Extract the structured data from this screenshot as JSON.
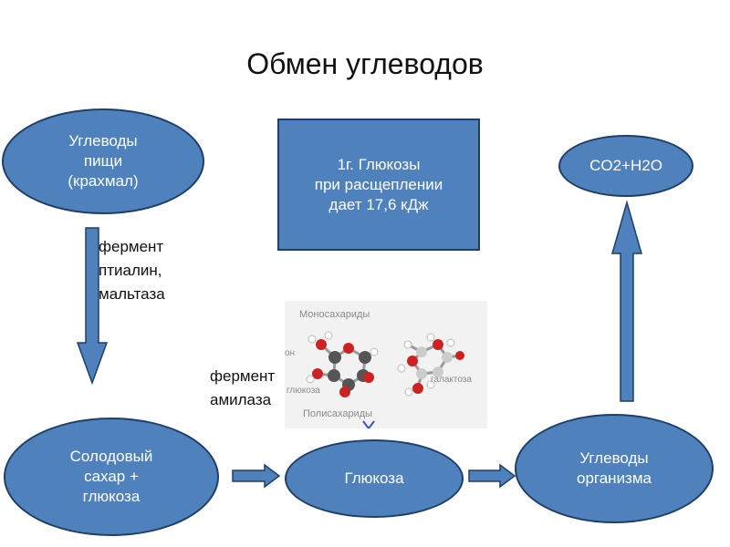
{
  "title": "Обмен углеводов",
  "nodes": {
    "food_carbs": "Углеводы\nпищи\n(крахмал)",
    "energy_box": "1г. Глюкозы\nпри расщеплении\nдает 17,6 кДж",
    "products": "CO2+H2O",
    "malt_sugar": "Солодовый\nсахар +\nглюкоза",
    "glucose": "Глюкоза",
    "body_carbs": "Углеводы\nорганизма"
  },
  "labels": {
    "enzyme1": "фермент\n птиалин,\n мальтаза",
    "enzyme2": "фермент\nамилаза"
  },
  "molecule_image": {
    "monosaccharides": "Моносахариды",
    "glucose_label": "глюкоза",
    "galactose_label": "галактоза",
    "polysaccharides": "Полисахариды",
    "cut_label": "он"
  },
  "colors": {
    "node_fill": "#4f81bd",
    "node_border": "#1f3f66"
  }
}
